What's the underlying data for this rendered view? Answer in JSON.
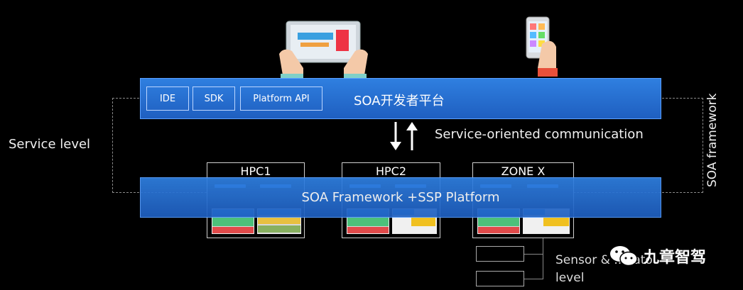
{
  "labels": {
    "service_level": "Service level",
    "soa_framework_side": "SOA framework",
    "sensor_level_line1": "Sensor & ...uato",
    "sensor_level_line2": "level",
    "communication": "Service-oriented communication",
    "watermark": "九章智驾"
  },
  "dev_platform": {
    "title": "SOA开发者平台",
    "tools": [
      "IDE",
      "SDK",
      "Platform API"
    ]
  },
  "framework_bar": {
    "title": "SOA Framework +SSP Platform"
  },
  "nodes": [
    "HPC1",
    "HPC2",
    "ZONE X"
  ],
  "icons": {
    "tablet": "tablet-hands-icon",
    "phone": "phone-hand-icon",
    "arrows": "bidirectional-arrows-icon",
    "wechat": "wechat-icon"
  },
  "colors": {
    "bar_blue": "#2a73d8",
    "background": "#000000"
  }
}
